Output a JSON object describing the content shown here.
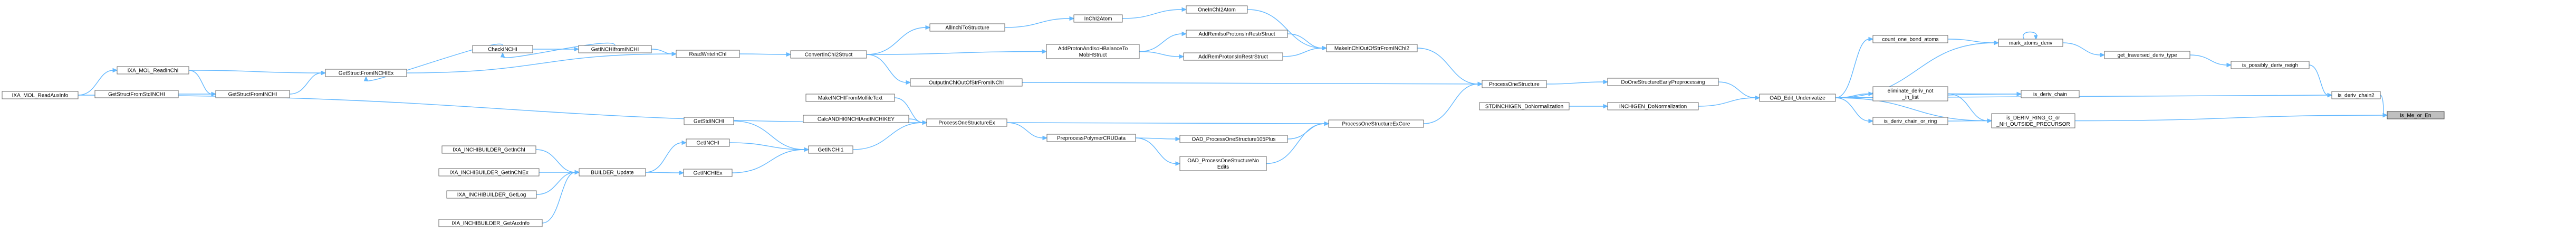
{
  "nodes": {
    "is_Me_or_En": [
      "is_Me_or_En"
    ],
    "is_deriv_chain2": [
      "is_deriv_chain2"
    ],
    "is_possibly_deriv_neigh": [
      "is_possibly_deriv_neigh"
    ],
    "get_traversed_deriv_type": [
      "get_traversed_deriv_type"
    ],
    "mark_atoms_deriv": [
      "mark_atoms_deriv"
    ],
    "count_one_bond_atoms": [
      "count_one_bond_atoms"
    ],
    "is_deriv_chain": [
      "is_deriv_chain"
    ],
    "eliminate_deriv_not_in_list": [
      "eliminate_deriv_not",
      "_in_list"
    ],
    "is_deriv_chain_or_ring": [
      "is_deriv_chain_or_ring"
    ],
    "is_DERIV_RING_O_or_NH_OUTSIDE_PRECURSOR": [
      "is_DERIV_RING_O_or",
      "_NH_OUTSIDE_PRECURSOR"
    ],
    "OAD_Edit_Underivatize": [
      "OAD_Edit_Underivatize"
    ],
    "DoOneStructureEarlyPreprocessing": [
      "DoOneStructureEarlyPreprocessing"
    ],
    "INCHIGEN_DoNormalization": [
      "INCHIGEN_DoNormalization"
    ],
    "STDINCHIGEN_DoNormalization": [
      "STDINCHIGEN_DoNormalization"
    ],
    "ProcessOneStructure": [
      "ProcessOneStructure"
    ],
    "ProcessOneStructureExCore": [
      "ProcessOneStructureExCore"
    ],
    "MakeInChIOutOfStrFromINChI2": [
      "MakeInChIOutOfStrFromINChI2"
    ],
    "OutputInChIOutOfStrFromINChI": [
      "OutputInChIOutOfStrFromINChI"
    ],
    "OAD_ProcessOneStructure105Plus": [
      "OAD_ProcessOneStructure105Plus"
    ],
    "OAD_ProcessOneStructureNoEdits": [
      "OAD_ProcessOneStructureNo",
      "Edits"
    ],
    "OneInChI2Atom": [
      "OneInChI2Atom"
    ],
    "AddRemProtonsInRestrStruct": [
      "AddRemProtonsInRestrStruct"
    ],
    "AddRemIsoProtonsInRestrStruct": [
      "AddRemIsoProtonsInRestrStruct"
    ],
    "InChI2Atom": [
      "InChI2Atom"
    ],
    "AllInchiToStructure": [
      "AllInchiToStructure"
    ],
    "AddProtonAndIsoHBalanceToMobHStruct": [
      "AddProtonAndIsoHBalanceTo",
      "MobHStruct"
    ],
    "ConvertInChI2Struct": [
      "ConvertInChI2Struct"
    ],
    "ReadWriteInChI": [
      "ReadWriteInChI"
    ],
    "GetINCHIfromINCHI": [
      "GetINCHIfromINCHI"
    ],
    "CheckINCHI": [
      "CheckINCHI"
    ],
    "GetStructFromINCHIEx": [
      "GetStructFromINCHIEx"
    ],
    "GetStructFromINCHI": [
      "GetStructFromINCHI"
    ],
    "GetStructFromStdINCHI": [
      "GetStructFromStdINCHI"
    ],
    "IXA_MOL_ReadInChI": [
      "IXA_MOL_ReadInChI"
    ],
    "IXA_MOL_ReadAuxInfo": [
      "IXA_MOL_ReadAuxInfo"
    ],
    "PreprocessPolymerCRUData": [
      "PreprocessPolymerCRUData"
    ],
    "ProcessOneStructureEx": [
      "ProcessOneStructureEx"
    ],
    "MakeINCHIFromMolfileText": [
      "MakeINCHIFromMolfileText"
    ],
    "CalcINChIHIINCHIAndINCHIKEY": [
      "CalcANDHI0NCHIAndINCHIKEY"
    ],
    "GetINCHI1": [
      "GetINCHI1"
    ],
    "GetStdINCHI": [
      "GetStdINCHI"
    ],
    "GetINCHI": [
      "GetINCHI"
    ],
    "GetINCHIEx": [
      "GetINCHIEx"
    ],
    "BUILDER_Update": [
      "BUILDER_Update"
    ],
    "IXA_INCHIBUILDER_GetInChI": [
      "IXA_INCHIBUILDER_GetInChI"
    ],
    "IXA_INCHIBUILDER_GetInChIEx": [
      "IXA_INCHIBUILDER_GetInChIEx"
    ],
    "IXA_INCHIBUILDER_GetLog": [
      "IXA_INCHIBUILDER_GetLog"
    ],
    "IXA_INCHIBUILDER_GetAuxInfo": [
      "IXA_INCHIBUILDER_GetAuxInfo"
    ]
  },
  "edges": [
    [
      "is_deriv_chain2",
      "is_Me_or_En"
    ],
    [
      "is_DERIV_RING_O_or_NH_OUTSIDE_PRECURSOR",
      "is_Me_or_En"
    ],
    [
      "is_possibly_deriv_neigh",
      "is_deriv_chain2"
    ],
    [
      "OAD_Edit_Underivatize",
      "is_deriv_chain2"
    ],
    [
      "get_traversed_deriv_type",
      "is_possibly_deriv_neigh"
    ],
    [
      "mark_atoms_deriv",
      "get_traversed_deriv_type"
    ],
    [
      "mark_atoms_deriv",
      "mark_atoms_deriv"
    ],
    [
      "OAD_Edit_Underivatize",
      "mark_atoms_deriv"
    ],
    [
      "count_one_bond_atoms",
      "mark_atoms_deriv"
    ],
    [
      "OAD_Edit_Underivatize",
      "count_one_bond_atoms"
    ],
    [
      "eliminate_deriv_not_in_list",
      "is_deriv_chain"
    ],
    [
      "OAD_Edit_Underivatize",
      "is_deriv_chain"
    ],
    [
      "OAD_Edit_Underivatize",
      "eliminate_deriv_not_in_list"
    ],
    [
      "is_deriv_chain_or_ring",
      "is_DERIV_RING_O_or_NH_OUTSIDE_PRECURSOR"
    ],
    [
      "eliminate_deriv_not_in_list",
      "is_DERIV_RING_O_or_NH_OUTSIDE_PRECURSOR"
    ],
    [
      "OAD_Edit_Underivatize",
      "is_DERIV_RING_O_or_NH_OUTSIDE_PRECURSOR"
    ],
    [
      "OAD_Edit_Underivatize",
      "is_deriv_chain_or_ring"
    ],
    [
      "DoOneStructureEarlyPreprocessing",
      "OAD_Edit_Underivatize"
    ],
    [
      "INCHIGEN_DoNormalization",
      "OAD_Edit_Underivatize"
    ],
    [
      "ProcessOneStructure",
      "DoOneStructureEarlyPreprocessing"
    ],
    [
      "STDINCHIGEN_DoNormalization",
      "INCHIGEN_DoNormalization"
    ],
    [
      "MakeInChIOutOfStrFromINChI2",
      "ProcessOneStructure"
    ],
    [
      "OutputInChIOutOfStrFromINChI",
      "ProcessOneStructure"
    ],
    [
      "ProcessOneStructureExCore",
      "ProcessOneStructure"
    ],
    [
      "OAD_ProcessOneStructure105Plus",
      "ProcessOneStructureExCore"
    ],
    [
      "OAD_ProcessOneStructureNoEdits",
      "ProcessOneStructureExCore"
    ],
    [
      "ProcessOneStructureEx",
      "ProcessOneStructureExCore"
    ],
    [
      "OneInChI2Atom",
      "MakeInChIOutOfStrFromINChI2"
    ],
    [
      "AddRemIsoProtonsInRestrStruct",
      "MakeInChIOutOfStrFromINChI2"
    ],
    [
      "AddRemProtonsInRestrStruct",
      "MakeInChIOutOfStrFromINChI2"
    ],
    [
      "InChI2Atom",
      "OneInChI2Atom"
    ],
    [
      "AddProtonAndIsoHBalanceToMobHStruct",
      "AddRemIsoProtonsInRestrStruct"
    ],
    [
      "AddProtonAndIsoHBalanceToMobHStruct",
      "AddRemProtonsInRestrStruct"
    ],
    [
      "AllInchiToStructure",
      "InChI2Atom"
    ],
    [
      "ConvertInChI2Struct",
      "AllInchiToStructure"
    ],
    [
      "ConvertInChI2Struct",
      "AddProtonAndIsoHBalanceToMobHStruct"
    ],
    [
      "ConvertInChI2Struct",
      "OutputInChIOutOfStrFromINChI"
    ],
    [
      "ReadWriteInChI",
      "ConvertInChI2Struct"
    ],
    [
      "GetINCHIfromINCHI",
      "ReadWriteInChI"
    ],
    [
      "GetStructFromINCHIEx",
      "ReadWriteInChI"
    ],
    [
      "CheckINCHI",
      "GetINCHIfromINCHI"
    ],
    [
      "GetINCHIfromINCHI",
      "CheckINCHI"
    ],
    [
      "CheckINCHI",
      "GetStructFromINCHIEx"
    ],
    [
      "IXA_MOL_ReadInChI",
      "GetStructFromINCHIEx"
    ],
    [
      "GetStructFromINCHI",
      "GetStructFromINCHIEx"
    ],
    [
      "GetStructFromStdINCHI",
      "GetStructFromINCHI"
    ],
    [
      "IXA_MOL_ReadInChI",
      "GetStructFromINCHI"
    ],
    [
      "IXA_MOL_ReadAuxInfo",
      "IXA_MOL_ReadInChI"
    ],
    [
      "PreprocessPolymerCRUData",
      "OAD_ProcessOneStructure105Plus"
    ],
    [
      "PreprocessPolymerCRUData",
      "OAD_ProcessOneStructureNoEdits"
    ],
    [
      "ProcessOneStructureEx",
      "PreprocessPolymerCRUData"
    ],
    [
      "MakeINCHIFromMolfileText",
      "ProcessOneStructureEx"
    ],
    [
      "CalcINChIHIINCHIAndINCHIKEY",
      "ProcessOneStructureEx"
    ],
    [
      "GetINCHI1",
      "ProcessOneStructureEx"
    ],
    [
      "IXA_MOL_ReadAuxInfo",
      "ProcessOneStructureEx"
    ],
    [
      "GetStdINCHI",
      "GetINCHI1"
    ],
    [
      "GetINCHI",
      "GetINCHI1"
    ],
    [
      "GetINCHIEx",
      "GetINCHI1"
    ],
    [
      "BUILDER_Update",
      "GetINCHI"
    ],
    [
      "BUILDER_Update",
      "GetINCHIEx"
    ],
    [
      "IXA_INCHIBUILDER_GetInChI",
      "BUILDER_Update"
    ],
    [
      "IXA_INCHIBUILDER_GetInChIEx",
      "BUILDER_Update"
    ],
    [
      "IXA_INCHIBUILDER_GetLog",
      "BUILDER_Update"
    ],
    [
      "IXA_INCHIBUILDER_GetAuxInfo",
      "BUILDER_Update"
    ]
  ],
  "root": "is_Me_or_En",
  "colors": {
    "edge": "#63b8ff",
    "node_border": "#666666",
    "root_fill": "#bfbfbf",
    "node_fill": "#ffffff"
  }
}
